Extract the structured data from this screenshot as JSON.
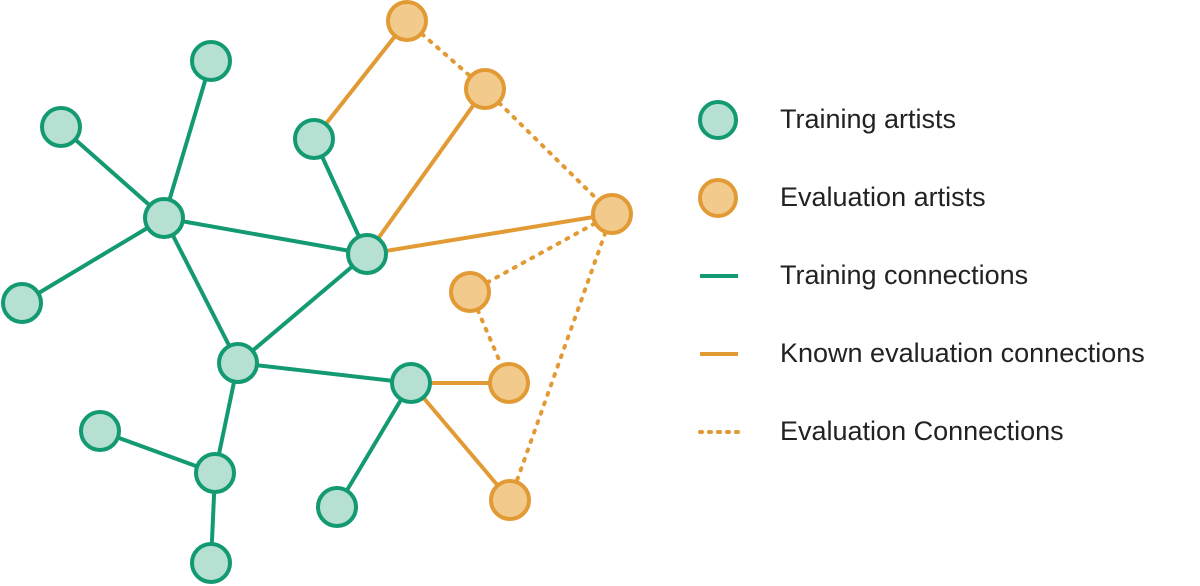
{
  "colors": {
    "training_fill": "#b5e0d2",
    "training_stroke": "#139a72",
    "evaluation_fill": "#f2cb8c",
    "evaluation_stroke": "#e29a35"
  },
  "legend": {
    "items": [
      {
        "kind": "training-node",
        "label": "Training artists"
      },
      {
        "kind": "evaluation-node",
        "label": "Evaluation artists"
      },
      {
        "kind": "training-edge",
        "label": "Training connections"
      },
      {
        "kind": "known-eval-edge",
        "label": "Known evaluation connections"
      },
      {
        "kind": "eval-edge",
        "label": "Evaluation Connections"
      }
    ]
  },
  "graph": {
    "nodes": [
      {
        "id": "t1",
        "group": "training"
      },
      {
        "id": "t2",
        "group": "training"
      },
      {
        "id": "t3",
        "group": "training"
      },
      {
        "id": "t4",
        "group": "training"
      },
      {
        "id": "t5",
        "group": "training"
      },
      {
        "id": "t6",
        "group": "training"
      },
      {
        "id": "t7",
        "group": "training"
      },
      {
        "id": "t8",
        "group": "training"
      },
      {
        "id": "t9",
        "group": "training"
      },
      {
        "id": "t10",
        "group": "training"
      },
      {
        "id": "t11",
        "group": "training"
      },
      {
        "id": "t12",
        "group": "training"
      },
      {
        "id": "t13",
        "group": "training"
      },
      {
        "id": "e1",
        "group": "evaluation"
      },
      {
        "id": "e2",
        "group": "evaluation"
      },
      {
        "id": "e3",
        "group": "evaluation"
      },
      {
        "id": "e4",
        "group": "evaluation"
      },
      {
        "id": "e5",
        "group": "evaluation"
      },
      {
        "id": "e6",
        "group": "evaluation"
      }
    ],
    "edges": [
      {
        "source": "t1",
        "target": "t3",
        "type": "training"
      },
      {
        "source": "t2",
        "target": "t3",
        "type": "training"
      },
      {
        "source": "t4",
        "target": "t3",
        "type": "training"
      },
      {
        "source": "t3",
        "target": "t6",
        "type": "training"
      },
      {
        "source": "t3",
        "target": "t7",
        "type": "training"
      },
      {
        "source": "t5",
        "target": "t6",
        "type": "training"
      },
      {
        "source": "t6",
        "target": "t7",
        "type": "training"
      },
      {
        "source": "t7",
        "target": "t8",
        "type": "training"
      },
      {
        "source": "t7",
        "target": "t10",
        "type": "training"
      },
      {
        "source": "t9",
        "target": "t10",
        "type": "training"
      },
      {
        "source": "t10",
        "target": "t13",
        "type": "training"
      },
      {
        "source": "t8",
        "target": "t12",
        "type": "training"
      },
      {
        "source": "t5",
        "target": "e1",
        "type": "known"
      },
      {
        "source": "t6",
        "target": "e2",
        "type": "known"
      },
      {
        "source": "t6",
        "target": "e3",
        "type": "known"
      },
      {
        "source": "t8",
        "target": "e5",
        "type": "known"
      },
      {
        "source": "t8",
        "target": "e6",
        "type": "known"
      },
      {
        "source": "e1",
        "target": "e2",
        "type": "evaluation"
      },
      {
        "source": "e2",
        "target": "e3",
        "type": "evaluation"
      },
      {
        "source": "e3",
        "target": "e4",
        "type": "evaluation"
      },
      {
        "source": "e4",
        "target": "e5",
        "type": "evaluation"
      },
      {
        "source": "e3",
        "target": "e6",
        "type": "evaluation"
      }
    ]
  }
}
